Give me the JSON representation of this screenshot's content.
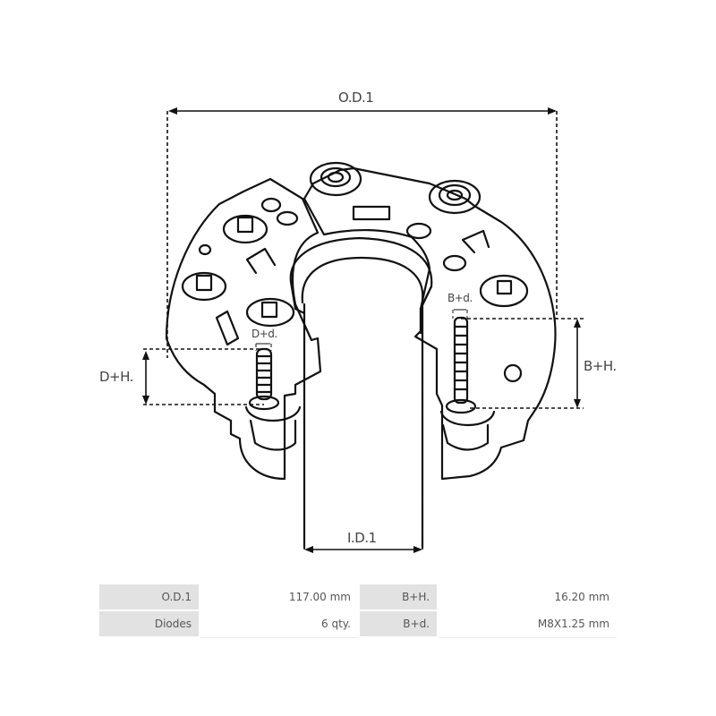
{
  "diagram": {
    "subject": "rectifier",
    "dimensions": {
      "od": "O.D.1",
      "id": "I.D.1",
      "d_height": "D+H.",
      "d_diameter": "D+d.",
      "b_height": "B+H.",
      "b_diameter": "B+d."
    },
    "line_color": "#111111",
    "dim_color": "#444444"
  },
  "spec_table": {
    "rows": [
      [
        {
          "label": "O.D.1",
          "value": "117.00 mm"
        },
        {
          "label": "B+H.",
          "value": "16.20 mm"
        }
      ],
      [
        {
          "label": "Diodes",
          "value": "6 qty."
        },
        {
          "label": "B+d.",
          "value": "M8X1.25 mm"
        }
      ]
    ]
  }
}
